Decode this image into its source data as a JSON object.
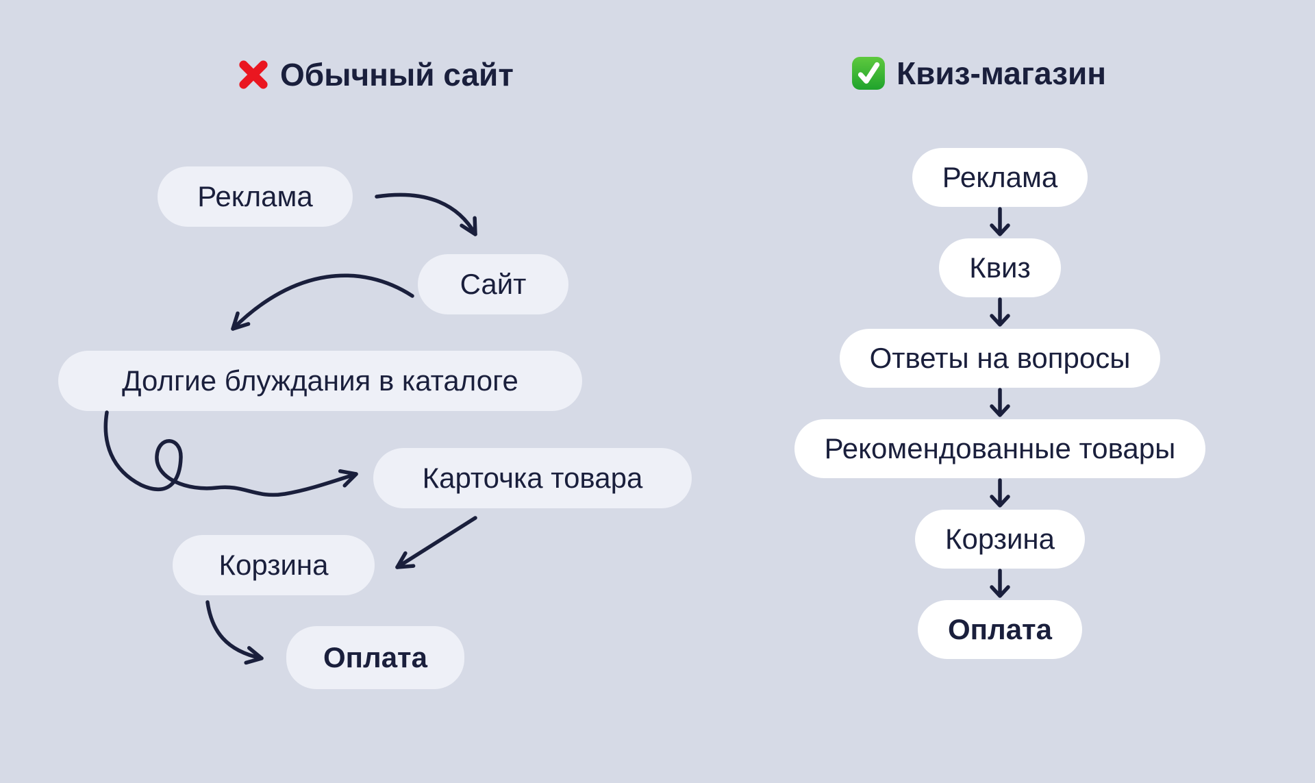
{
  "left_flow": {
    "icon": "cross-mark",
    "title": "Обычный сайт",
    "steps": [
      {
        "label": "Реклама"
      },
      {
        "label": "Сайт"
      },
      {
        "label": "Долгие блуждания в каталоге"
      },
      {
        "label": "Карточка товара"
      },
      {
        "label": "Корзина"
      },
      {
        "label": "Оплата"
      }
    ]
  },
  "right_flow": {
    "icon": "check-mark",
    "title": "Квиз-магазин",
    "steps": [
      {
        "label": "Реклама"
      },
      {
        "label": "Квиз"
      },
      {
        "label": "Ответы на вопросы"
      },
      {
        "label": "Рекомендованные товары"
      },
      {
        "label": "Корзина"
      },
      {
        "label": "Оплата"
      }
    ]
  },
  "colors": {
    "background": "#d6dae6",
    "node_fill_left": "#eef0f7",
    "node_fill_right": "#ffffff",
    "text": "#1a1f3c",
    "arrow": "#1a1f3c",
    "cross_red": "#ea1620",
    "check_green_top": "#5ec93e",
    "check_green_bottom": "#1fa32c"
  }
}
